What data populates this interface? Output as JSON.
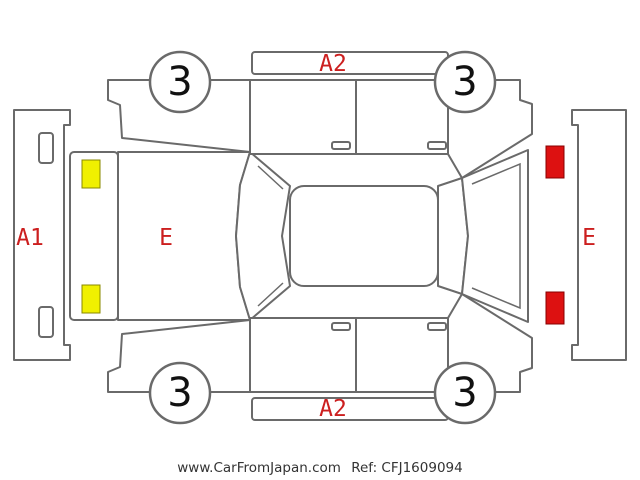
{
  "palette": {
    "damage_label": "#cc1f1f",
    "marker_yellow": "#f0f000",
    "marker_red": "#dd1111",
    "outline": "#6a6a6a"
  },
  "labels": {
    "a2_top": "A2",
    "a2_bottom": "A2",
    "a1_front": "A1",
    "e_hood": "E",
    "e_rear": "E"
  },
  "tires": {
    "front_left": "3",
    "rear_left": "3",
    "front_right": "3",
    "rear_right": "3"
  },
  "markers": {
    "front": "yellow",
    "rear": "red"
  },
  "footer": {
    "site": "www.CarFromJapan.com",
    "ref": "Ref: CFJ1609094"
  }
}
